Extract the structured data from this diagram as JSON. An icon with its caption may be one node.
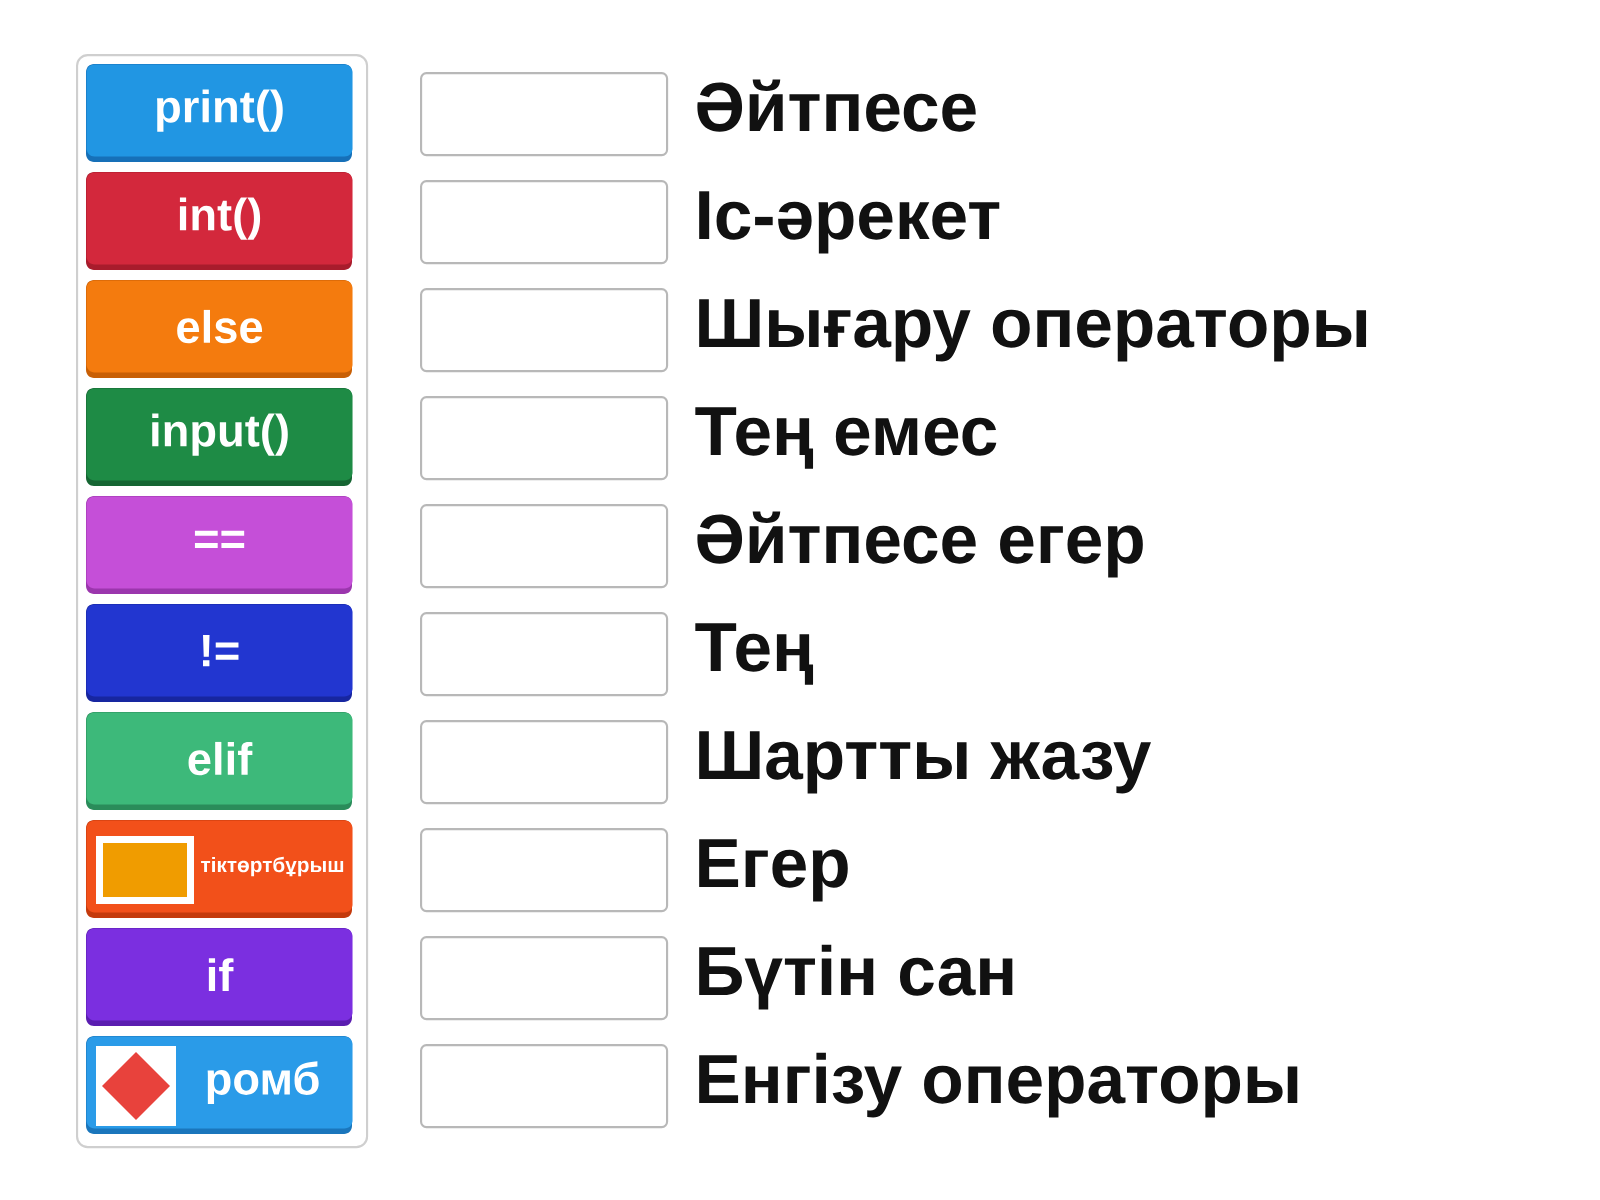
{
  "diagram": {
    "nodes": [
      {
        "text": [],
        "shape": "box"
      },
      {
        "text": [
          "print()"
        ],
        "in": 0
      },
      {
        "text": [
          "int()"
        ],
        "in": 0
      },
      {
        "text": [
          "else"
        ],
        "in": 0
      },
      {
        "text": [
          "input()"
        ],
        "in": 0
      },
      {
        "text": [
          "=="
        ],
        "in": 0
      },
      {
        "text": [
          "!="
        ],
        "in": 0
      },
      {
        "text": [
          "elif"
        ],
        "in": 0
      },
      {
        "text": [
          "тіктөртбұрыш"
        ],
        "in": 0
      },
      {
        "text": [
          "if"
        ],
        "in": 0
      },
      {
        "text": [
          "ромб"
        ],
        "in": 0
      },
      {
        "text": [],
        "shape": "box",
        "beside": [
          "Әйтпесе"
        ]
      },
      {
        "text": [],
        "shape": "box",
        "beside": [
          "Іс-әрекет"
        ]
      },
      {
        "text": [],
        "shape": "box",
        "beside": [
          "Шығару операторы"
        ]
      },
      {
        "text": [],
        "shape": "box",
        "beside": [
          "Тең емес"
        ]
      },
      {
        "text": [],
        "shape": "box",
        "beside": [
          "Әйтпесе егер"
        ]
      },
      {
        "text": [],
        "shape": "box",
        "beside": [
          "Тең"
        ]
      },
      {
        "text": [],
        "shape": "box",
        "beside": [
          "Шартты жазу"
        ]
      },
      {
        "text": [],
        "shape": "box",
        "beside": [
          "Егер"
        ]
      },
      {
        "text": [],
        "shape": "box",
        "beside": [
          "Бүтін сан"
        ]
      },
      {
        "text": [],
        "shape": "box",
        "beside": [
          "Енгізу операторы"
        ]
      }
    ]
  }
}
